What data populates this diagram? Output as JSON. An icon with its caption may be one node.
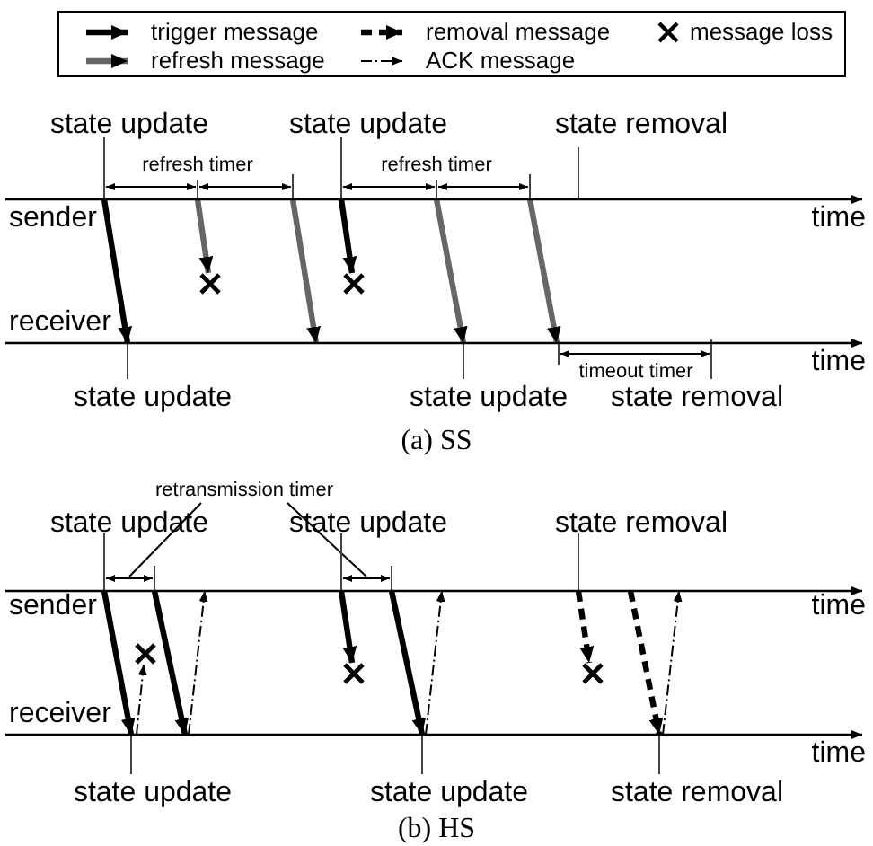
{
  "diagram": {
    "nodes": [
      {
        "text": [],
        "shape": "line",
        "beside": [
          "sender",
          "state update",
          "state update",
          "state removal",
          "time"
        ]
      },
      {
        "text": [],
        "shape": "line",
        "beside": [
          "receiver",
          "time",
          "state update",
          "state update",
          "state removal"
        ]
      },
      {
        "text": [],
        "shape": "line",
        "beside": [
          "sender",
          "state removal",
          "time"
        ]
      },
      {
        "text": [],
        "shape": "line",
        "beside": [
          "receiver",
          "time",
          "state update",
          "state update",
          "state removal"
        ]
      },
      {
        "text": [
          "retransmission timer"
        ]
      },
      {
        "text": [],
        "shape": "line"
      },
      {
        "text": [],
        "shape": "line"
      },
      {
        "text": [],
        "shape": "cross"
      },
      {
        "text": [],
        "shape": "cross"
      },
      {
        "text": [],
        "shape": "cross"
      },
      {
        "text": [],
        "shape": "cross"
      },
      {
        "text": [],
        "shape": "cross"
      }
    ],
    "edges": [
      {
        "from": 0,
        "to": 1,
        "arrow": "to"
      },
      {
        "from": 0,
        "to": 7,
        "arrow": "to",
        "color": "#666666"
      },
      {
        "from": 0,
        "to": 1,
        "arrow": "to",
        "color": "#666666"
      },
      {
        "from": 0,
        "to": 8,
        "arrow": "to"
      },
      {
        "from": 0,
        "to": 1,
        "arrow": "to",
        "color": "#666666"
      },
      {
        "from": 0,
        "to": 1,
        "arrow": "to",
        "color": "#666666"
      },
      {
        "from": 2,
        "to": 3,
        "arrow": "to"
      },
      {
        "from": 3,
        "to": 9,
        "arrow": "to",
        "style": "dashed"
      },
      {
        "from": 2,
        "to": 3,
        "arrow": "to"
      },
      {
        "from": 3,
        "to": 2,
        "arrow": "to",
        "style": "dashed"
      },
      {
        "from": 2,
        "to": 10,
        "arrow": "to"
      },
      {
        "from": 2,
        "to": 3,
        "arrow": "to"
      },
      {
        "from": 3,
        "to": 2,
        "arrow": "to",
        "style": "dashed"
      },
      {
        "from": 2,
        "to": 11,
        "arrow": "to",
        "style": "dashed"
      },
      {
        "from": 2,
        "to": 3,
        "arrow": "to",
        "style": "dashed"
      },
      {
        "from": 3,
        "to": 2,
        "arrow": "to",
        "style": "dashed"
      },
      {
        "from": 4,
        "to": 5,
        "arrow": "none"
      },
      {
        "from": 4,
        "to": 6,
        "arrow": "none"
      }
    ],
    "labels": [
      "refresh timer",
      "refresh timer",
      "timeout timer",
      "(a) SS",
      "state update",
      "state update",
      "(b) HS"
    ],
    "legend": [
      {
        "text": "trigger message"
      },
      {
        "text": "removal message"
      },
      {
        "text": "message loss"
      },
      {
        "text": "refresh message"
      },
      {
        "text": "ACK message"
      }
    ]
  }
}
